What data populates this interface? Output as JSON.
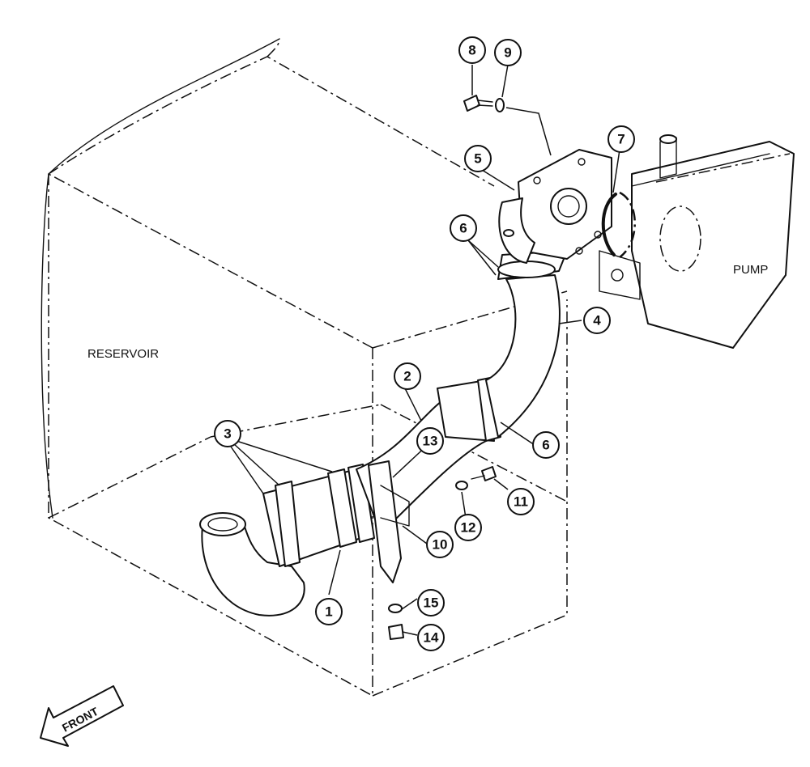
{
  "labels": {
    "reservoir": "RESERVOIR",
    "pump": "PUMP",
    "front": "FRONT"
  },
  "callouts": [
    "1",
    "2",
    "3",
    "4",
    "5",
    "6",
    "7",
    "8",
    "9",
    "10",
    "11",
    "12",
    "13",
    "14",
    "15"
  ]
}
